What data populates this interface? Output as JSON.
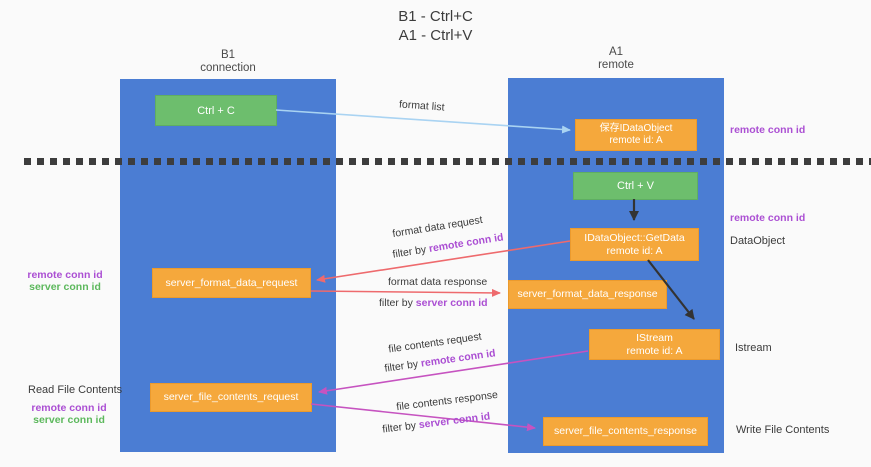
{
  "title": {
    "line1": "B1 - Ctrl+C",
    "line2": "A1 - Ctrl+V"
  },
  "panels": {
    "left": {
      "name": "B1",
      "subtitle": "connection"
    },
    "right": {
      "name": "A1",
      "subtitle": "remote"
    }
  },
  "nodes": {
    "ctrl_c": {
      "label": "Ctrl + C"
    },
    "ctrl_v": {
      "label": "Ctrl + V"
    },
    "save_idataobject": {
      "line1": "保存IDataObject",
      "line2": "remote id: A"
    },
    "idataobject_getdata": {
      "line1": "IDataObject::GetData",
      "line2": "remote id: A"
    },
    "istream": {
      "line1": "IStream",
      "line2": "remote id: A"
    },
    "server_format_data_request": {
      "label": "server_format_data_request"
    },
    "server_format_data_response": {
      "label": "server_format_data_response"
    },
    "server_file_contents_request": {
      "label": "server_file_contents_request"
    },
    "server_file_contents_response": {
      "label": "server_file_contents_response"
    }
  },
  "edge_labels": {
    "format_list": "format list",
    "format_data_request": {
      "title": "format data request",
      "filter_prefix": "filter by ",
      "filter_key": "remote conn id"
    },
    "format_data_response": {
      "title": "format data response",
      "filter_prefix": "filter by ",
      "filter_key": "server conn id"
    },
    "file_contents_request": {
      "title": "file contents request",
      "filter_prefix": "filter by ",
      "filter_key": "remote conn id"
    },
    "file_contents_response": {
      "title": "file contents response",
      "filter_prefix": "filter by ",
      "filter_key": "server conn id"
    }
  },
  "side_labels": {
    "left_top": {
      "line1": "remote conn id",
      "line2": "server conn id"
    },
    "left_read": "Read File Contents",
    "left_bottom": {
      "line1": "remote conn id",
      "line2": "server conn id"
    },
    "right_top": "remote conn id",
    "right_mid": "remote conn id",
    "right_dataobject": "DataObject",
    "right_istream": "Istream",
    "right_write": "Write File Contents"
  },
  "colors": {
    "panel_blue": "#4b7dd3",
    "box_orange": "#f5a83c",
    "box_green": "#6dbe6d",
    "arrow_red": "#ee6a6d",
    "arrow_magenta": "#c653c0",
    "arrow_lightblue": "#a9d3f2",
    "label_purple": "#ab4fd3",
    "label_green": "#5cb85c",
    "dash_dark": "#3d3d3d",
    "background": "#fafafa"
  }
}
